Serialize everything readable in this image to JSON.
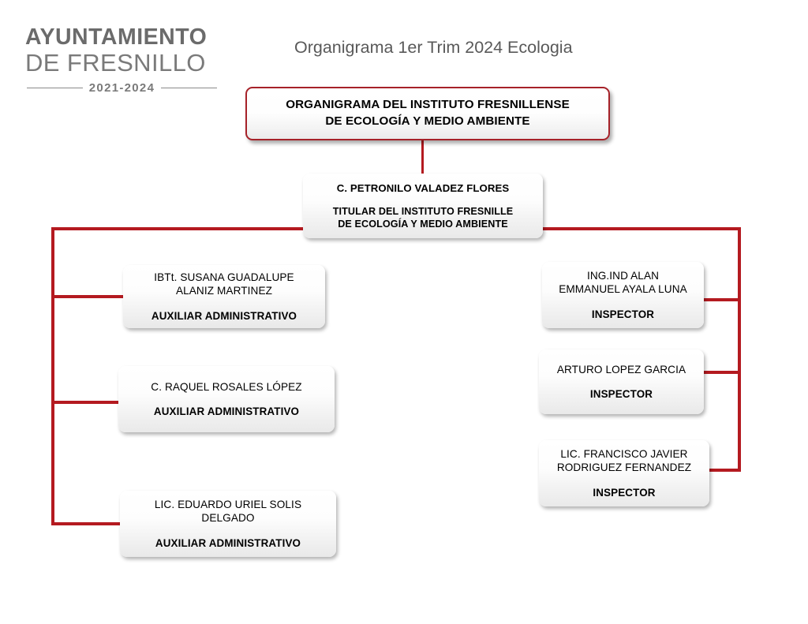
{
  "logo": {
    "line1": "AYUNTAMIENTO",
    "line2": "DE FRESNILLO",
    "years": "2021-2024"
  },
  "slide": {
    "title": "Organigrama 1er Trim 2024 Ecologia"
  },
  "colors": {
    "connector_red": "#b41a20",
    "title_box_border": "#a62229",
    "logo_gray": "#7a7a7a",
    "slide_title_gray": "#595959"
  },
  "chart_data": {
    "type": "org-chart",
    "title": "ORGANIGRAMA DEL INSTITUTO FRESNILLENSE DE ECOLOGÍA Y MEDIO AMBIENTE",
    "nodes": {
      "title_box": {
        "line1": "ORGANIGRAMA DEL INSTITUTO FRESNILLENSE",
        "line2": "DE ECOLOGÍA Y MEDIO AMBIENTE"
      },
      "director": {
        "name": "C. PETRONILO VALADEZ FLORES",
        "role_line1": "TITULAR DEL INSTITUTO FRESNILLE",
        "role_line2": "DE ECOLOGÍA Y MEDIO AMBIENTE"
      },
      "left_column": [
        {
          "name_line1": "IBTt. SUSANA GUADALUPE",
          "name_line2": "ALANIZ MARTINEZ",
          "role": "AUXILIAR ADMINISTRATIVO"
        },
        {
          "name_line1": "C. RAQUEL ROSALES LÓPEZ",
          "name_line2": "",
          "role": "AUXILIAR ADMINISTRATIVO"
        },
        {
          "name_line1": "LIC. EDUARDO URIEL SOLIS",
          "name_line2": "DELGADO",
          "role": "AUXILIAR ADMINISTRATIVO"
        }
      ],
      "right_column": [
        {
          "name_line1": "ING.IND ALAN",
          "name_line2": "EMMANUEL AYALA LUNA",
          "role": "INSPECTOR"
        },
        {
          "name_line1": "ARTURO LOPEZ GARCIA",
          "name_line2": "",
          "role": "INSPECTOR"
        },
        {
          "name_line1": "LIC. FRANCISCO JAVIER",
          "name_line2": "RODRIGUEZ FERNANDEZ",
          "role": "INSPECTOR"
        }
      ]
    }
  }
}
